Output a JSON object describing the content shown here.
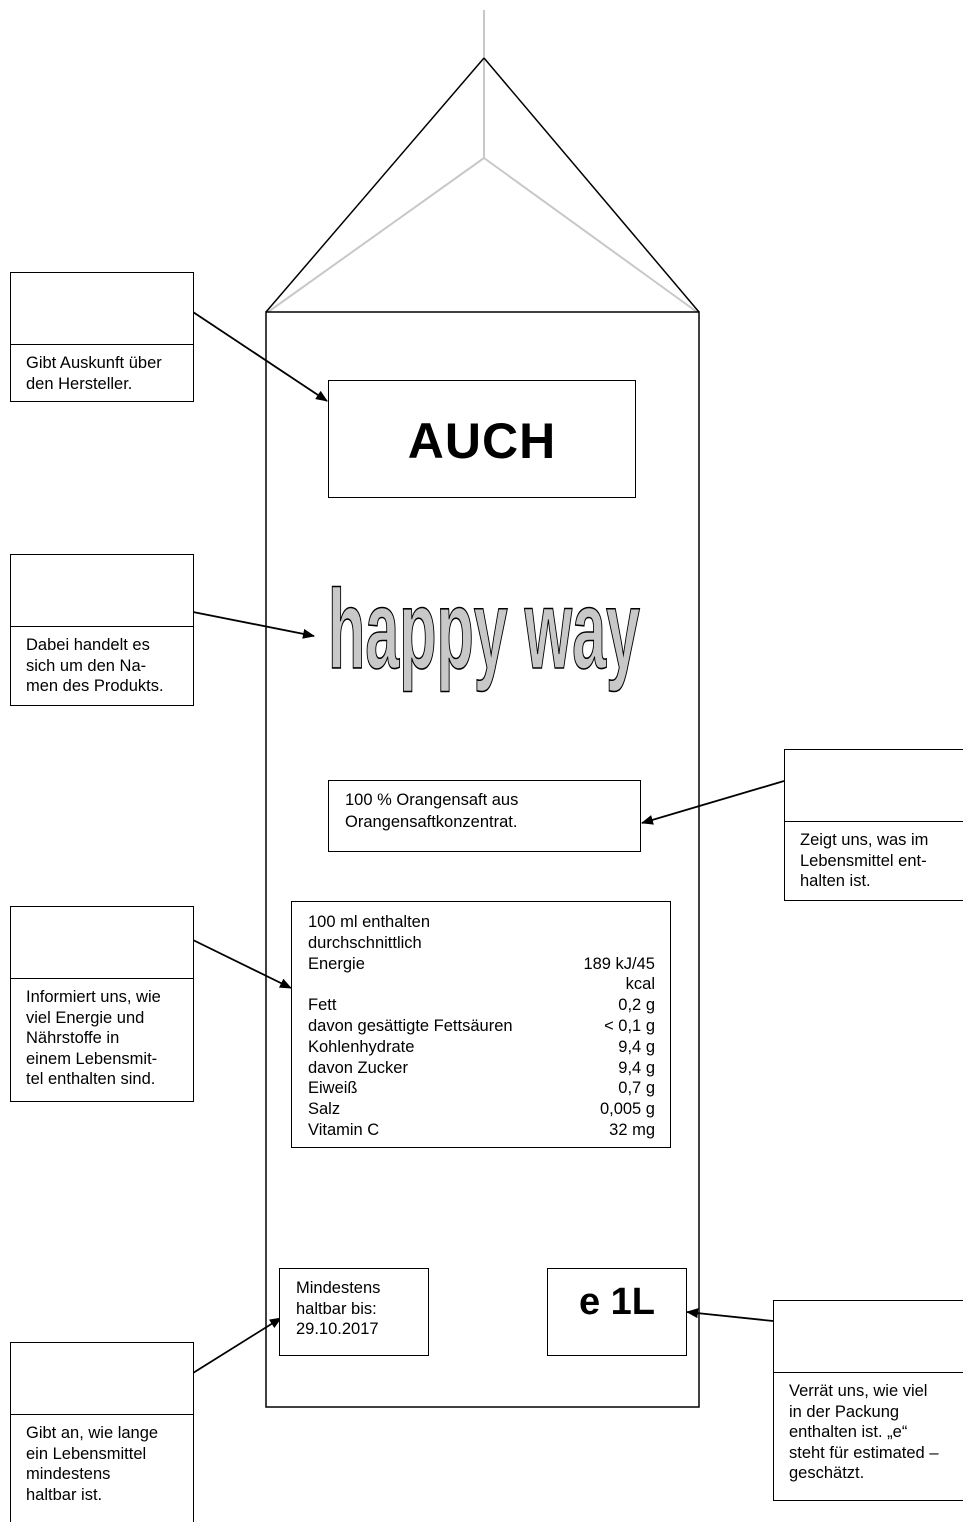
{
  "carton": {
    "brand": "AUCH",
    "product_name": "happy way",
    "ingredients": "100 % Orangensaft aus\nOrangensaftkonzentrat.",
    "best_before": "Mindestens\nhaltbar bis:\n29.10.2017",
    "volume": "e 1L"
  },
  "nutrition": {
    "heading": "100 ml enthalten\n durchschnittlich",
    "rows": [
      {
        "label": "Energie",
        "value": "189 kJ/45\nkcal"
      },
      {
        "label": "Fett",
        "value": "0,2 g"
      },
      {
        "label": "davon gesättigte Fettsäuren",
        "value": "< 0,1 g"
      },
      {
        "label": "Kohlenhydrate",
        "value": "9,4 g"
      },
      {
        "label": "davon Zucker",
        "value": "9,4 g"
      },
      {
        "label": "Eiweiß",
        "value": "0,7 g"
      },
      {
        "label": "Salz",
        "value": "0,005 g"
      },
      {
        "label": "Vitamin C",
        "value": "32 mg"
      }
    ]
  },
  "callouts": {
    "manufacturer": "Gibt Auskunft über\nden Hersteller.",
    "product_name": "Dabei handelt es\nsich um den Na-\nmen des Produkts.",
    "ingredients": "Zeigt uns, was im\nLebensmittel ent-\nhalten ist.",
    "nutrition": "Informiert uns, wie\nviel Energie und\nNährstoffe in\neinem Lebensmit-\ntel enthalten sind.",
    "best_before": "Gibt an, wie lange\nein Lebensmittel\nmindestens\nhaltbar ist.",
    "volume": "Verrät uns, wie viel\nin der Packung\nenthalten ist. „e“\nsteht für estimated –\ngeschätzt."
  }
}
